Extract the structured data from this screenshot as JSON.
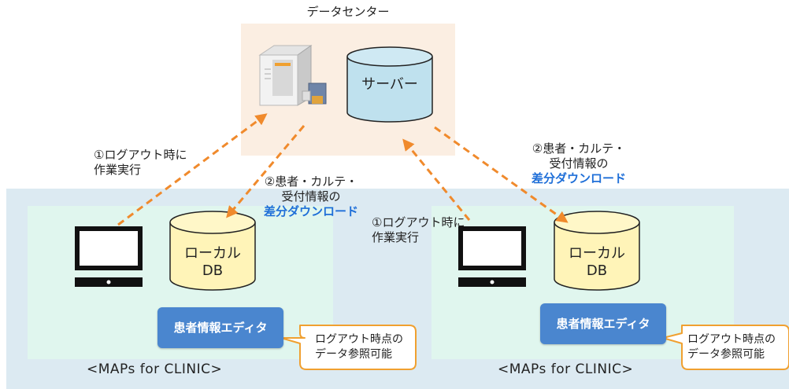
{
  "datacenter": {
    "title": "データセンター",
    "server_label": "サーバー"
  },
  "clinic_left": {
    "db_label_line1": "ローカル",
    "db_label_line2": "DB",
    "editor_label": "患者情報エディタ",
    "callout_line1": "ログアウト時点の",
    "callout_line2": "データ参照可能",
    "caption": "<MAPs for CLINIC>"
  },
  "clinic_right": {
    "db_label_line1": "ローカル",
    "db_label_line2": "DB",
    "editor_label": "患者情報エディタ",
    "callout_line1": "ログアウト時点の",
    "callout_line2": "データ参照可能",
    "caption": "<MAPs for CLINIC>"
  },
  "arrows": {
    "left_upload_line1": "①ログアウト時に",
    "left_upload_line2": "作業実行",
    "left_download_line1": "②患者・カルテ・",
    "left_download_line2": "受付情報の",
    "left_download_line3": "差分ダウンロード",
    "right_upload_line1": "①ログアウト時に",
    "right_upload_line2": "作業実行",
    "right_download_line1": "②患者・カルテ・",
    "right_download_line2": "受付情報の",
    "right_download_line3": "差分ダウンロード"
  },
  "colors": {
    "datacenter_bg": "#fbeee2",
    "network_bg": "#dceaf2",
    "clinic_bg": "#e0f6ee",
    "server_db": "#bfe1ee",
    "local_db": "#fff4b8",
    "arrow": "#f08a2c",
    "editor": "#4a86cf",
    "callout_border": "#f0a030",
    "accent_text": "#1f6fd8"
  }
}
